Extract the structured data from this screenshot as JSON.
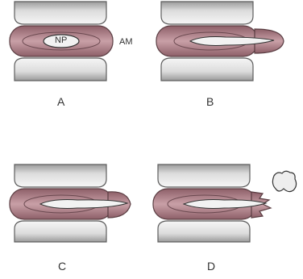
{
  "figure": {
    "labels": {
      "nucleus_pulposus": "NP",
      "annulus": "AM"
    },
    "panels": [
      {
        "label": "A",
        "stage": "normal"
      },
      {
        "label": "B",
        "stage": "protrusion"
      },
      {
        "label": "C",
        "stage": "extrusion"
      },
      {
        "label": "D",
        "stage": "sequestration"
      }
    ],
    "colors": {
      "annulus": "#b88a92",
      "nucleus": "#f2f2f2",
      "bone_edge": "#6e6e6e",
      "bone_fill": "#f4f4f4",
      "shadow": "#7a6a6e"
    }
  }
}
